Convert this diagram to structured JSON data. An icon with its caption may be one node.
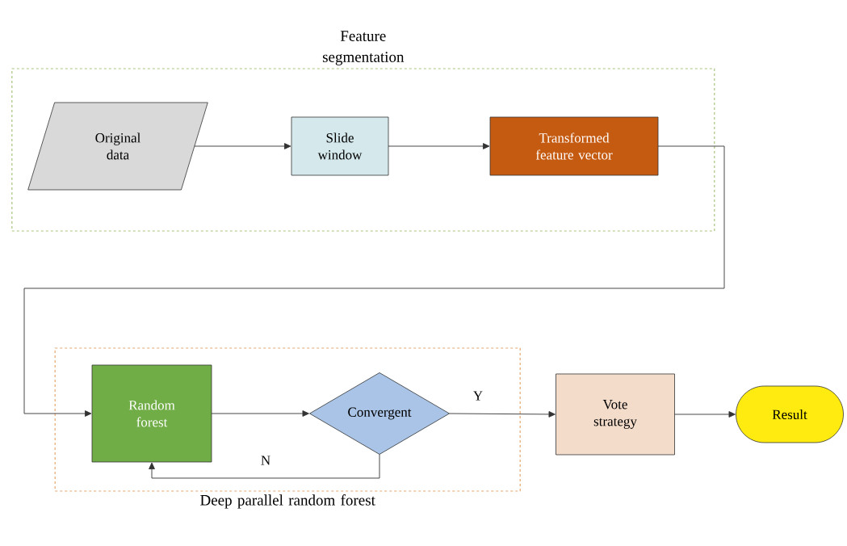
{
  "diagram": {
    "nodes": [
      {
        "text": [
          "Feature segmentation"
        ]
      },
      {
        "text": [
          "Original data"
        ],
        "in": 0
      },
      {
        "text": [
          "Slide window"
        ],
        "in": 0
      },
      {
        "text": [
          "Transformed feature vector"
        ],
        "in": 0
      },
      {
        "text": [
          "Deep parallel random forest"
        ]
      },
      {
        "text": [
          "Random forest"
        ],
        "in": 4
      },
      {
        "text": [
          "Convergent"
        ],
        "in": 4
      },
      {
        "text": [
          "Vote strategy"
        ]
      },
      {
        "text": [
          "Result"
        ]
      }
    ],
    "edges": [
      {
        "from": 1,
        "to": 2,
        "arrow": "to"
      },
      {
        "from": 2,
        "to": 3,
        "arrow": "to"
      },
      {
        "from": 3,
        "to": 5,
        "arrow": "to"
      },
      {
        "from": 5,
        "to": 6,
        "arrow": "to"
      },
      {
        "from": 6,
        "to": 7,
        "arrow": "to",
        "label": "Y"
      },
      {
        "from": 6,
        "to": 5,
        "arrow": "to",
        "label": "N"
      },
      {
        "from": 7,
        "to": 8,
        "arrow": "to"
      }
    ]
  }
}
